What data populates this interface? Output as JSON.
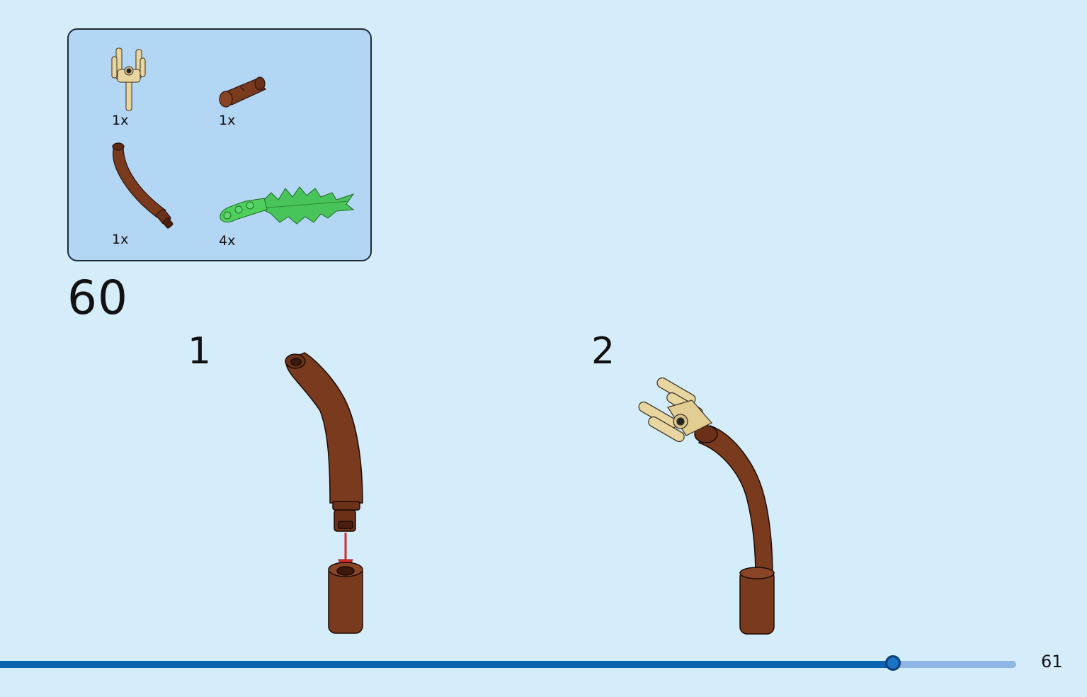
{
  "parts": [
    {
      "name": "tan-4-bar-holder",
      "qty": "1x"
    },
    {
      "name": "brown-round-brick",
      "qty": "1x"
    },
    {
      "name": "brown-curved-trunk",
      "qty": "1x"
    },
    {
      "name": "green-palm-leaf",
      "qty": "4x"
    }
  ],
  "step": {
    "number": "60",
    "substeps": [
      {
        "label": "1"
      },
      {
        "label": "2"
      }
    ]
  },
  "colors": {
    "background": "#d5ecfb",
    "parts_box": "#b3d6f4",
    "brown": "#7a3a1e",
    "tan": "#e8d6a0",
    "green": "#3cc048",
    "arrow": "#d42a2a",
    "progress": "#0c63b0"
  },
  "progress": {
    "fraction": 0.879
  },
  "footer": {
    "page_number": "61"
  }
}
